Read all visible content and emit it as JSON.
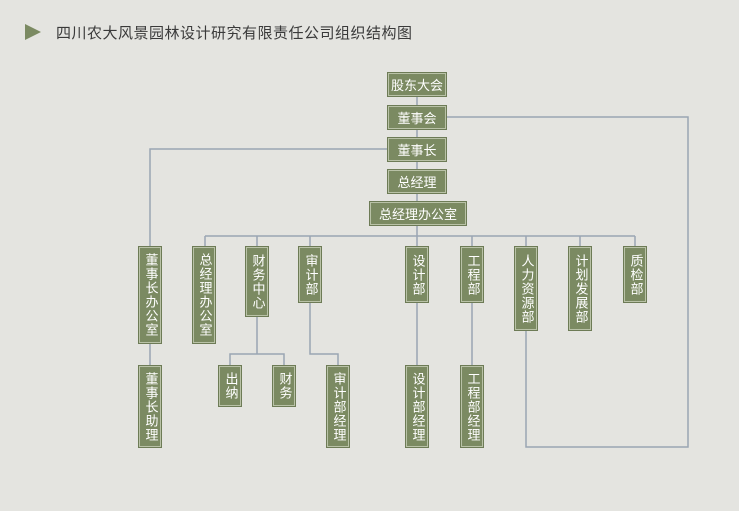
{
  "title": "四川农大风景园林设计研究有限责任公司组织结构图",
  "colors": {
    "node_fill": "#7b8a62",
    "line": "#9aa5b3",
    "background": "#e4e4e0",
    "icon": "#7b8a62"
  },
  "nodes": {
    "shareholders": "股东大会",
    "board": "董事会",
    "chairman": "董事长",
    "gm": "总经理",
    "gm_office": "总经理办公室",
    "chairman_office": "董事长办公室",
    "gm_office_v": "总经理办公室",
    "finance": "财务中心",
    "audit": "审计部",
    "design": "设计部",
    "engineering": "工程部",
    "hr": "人力资源部",
    "planning": "计划发展部",
    "qc": "质检部",
    "chairman_assistant": "董事长助理",
    "cashier": "出纳",
    "accounting": "财务",
    "audit_manager": "审计部经理",
    "design_manager": "设计部经理",
    "engineering_manager": "工程部经理"
  }
}
